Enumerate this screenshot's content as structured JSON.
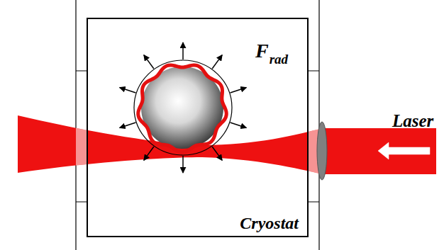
{
  "diagram": {
    "nodes": [
      {
        "text": [
          "Cryostat"
        ]
      }
    ],
    "labels": [
      "F",
      "rad",
      "Laser"
    ]
  }
}
